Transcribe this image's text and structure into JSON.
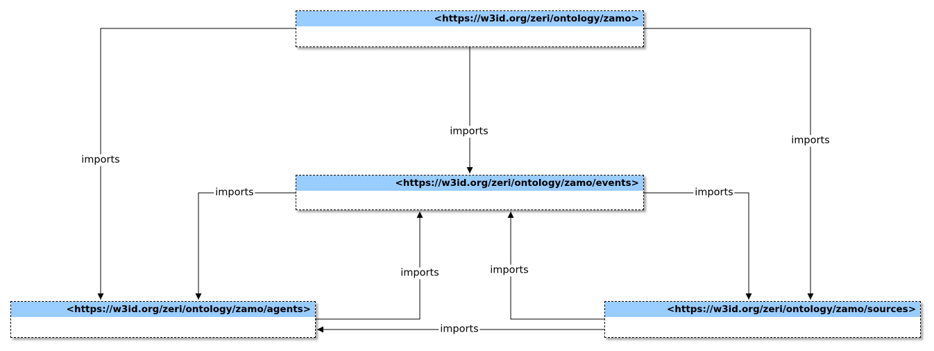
{
  "nodes": {
    "zamo": "<https://w3id.org/zeri/ontology/zamo>",
    "events": "<https://w3id.org/zeri/ontology/zamo/events>",
    "agents": "<https://w3id.org/zeri/ontology/zamo/agents>",
    "sources": "<https://w3id.org/zeri/ontology/zamo/sources>"
  },
  "edges": [
    {
      "from": "zamo",
      "to": "agents",
      "label": "imports"
    },
    {
      "from": "zamo",
      "to": "events",
      "label": "imports"
    },
    {
      "from": "zamo",
      "to": "sources",
      "label": "imports"
    },
    {
      "from": "events",
      "to": "agents",
      "label": "imports"
    },
    {
      "from": "events",
      "to": "sources",
      "label": "imports"
    },
    {
      "from": "agents",
      "to": "events",
      "label": "imports"
    },
    {
      "from": "sources",
      "to": "events",
      "label": "imports"
    },
    {
      "from": "sources",
      "to": "agents",
      "label": "imports"
    }
  ]
}
